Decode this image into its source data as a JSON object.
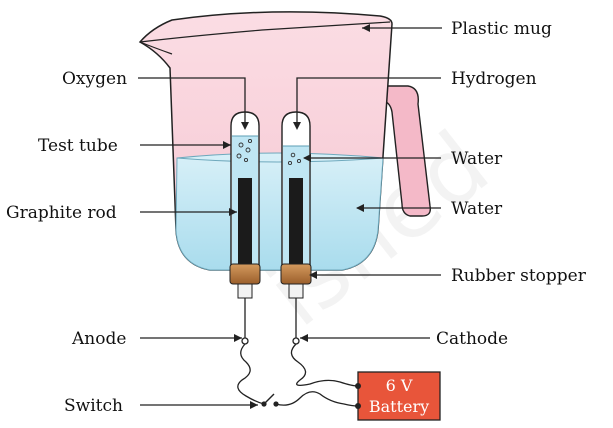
{
  "labels": {
    "plastic_mug": "Plastic mug",
    "oxygen": "Oxygen",
    "hydrogen": "Hydrogen",
    "test_tube": "Test tube",
    "water_tube": "Water",
    "water_mug": "Water",
    "graphite_rod": "Graphite rod",
    "rubber_stopper": "Rubber stopper",
    "anode": "Anode",
    "cathode": "Cathode",
    "switch": "Switch"
  },
  "battery": {
    "voltage": "6 V",
    "name": "Battery"
  },
  "watermark": "ished",
  "colors": {
    "mug_pink": "#f9d3dc",
    "mug_pink_dark": "#f0a9bb",
    "water_blue": "#bfe6f3",
    "water_blue_dark": "#8fcfe6",
    "graphite": "#1b1b1b",
    "stopper_brown": "#b5763d",
    "battery_red": "#e8553a"
  }
}
